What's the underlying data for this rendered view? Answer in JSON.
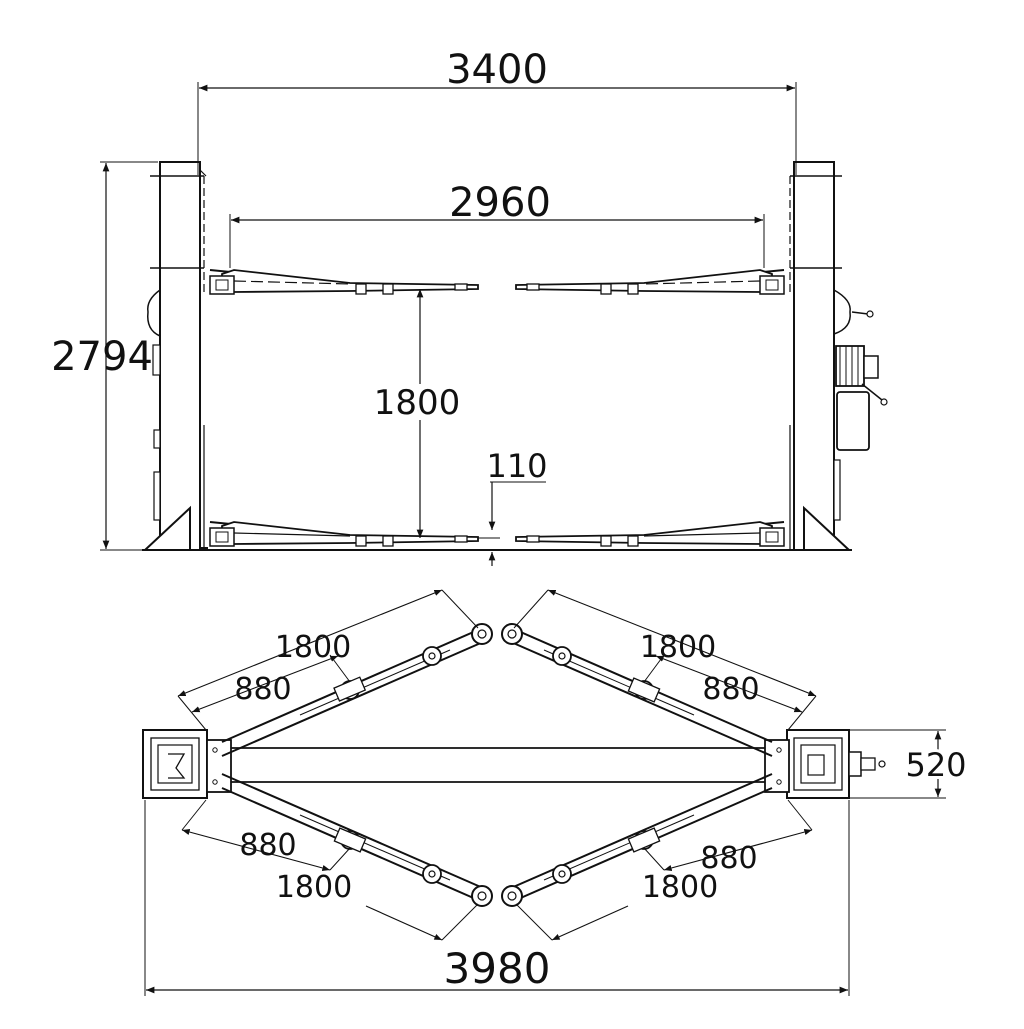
{
  "front_view": {
    "overall_width": "3400",
    "arm_span": "2960",
    "height": "2794",
    "arm_length": "1800",
    "pad_height": "110"
  },
  "top_view": {
    "arm_long_tl": "1800",
    "arm_short_tl": "880",
    "arm_long_tr": "1800",
    "arm_short_tr": "880",
    "arm_short_bl": "880",
    "arm_long_bl": "1800",
    "arm_short_br": "880",
    "arm_long_br": "1800",
    "post_depth": "520",
    "overall_length": "3980"
  }
}
